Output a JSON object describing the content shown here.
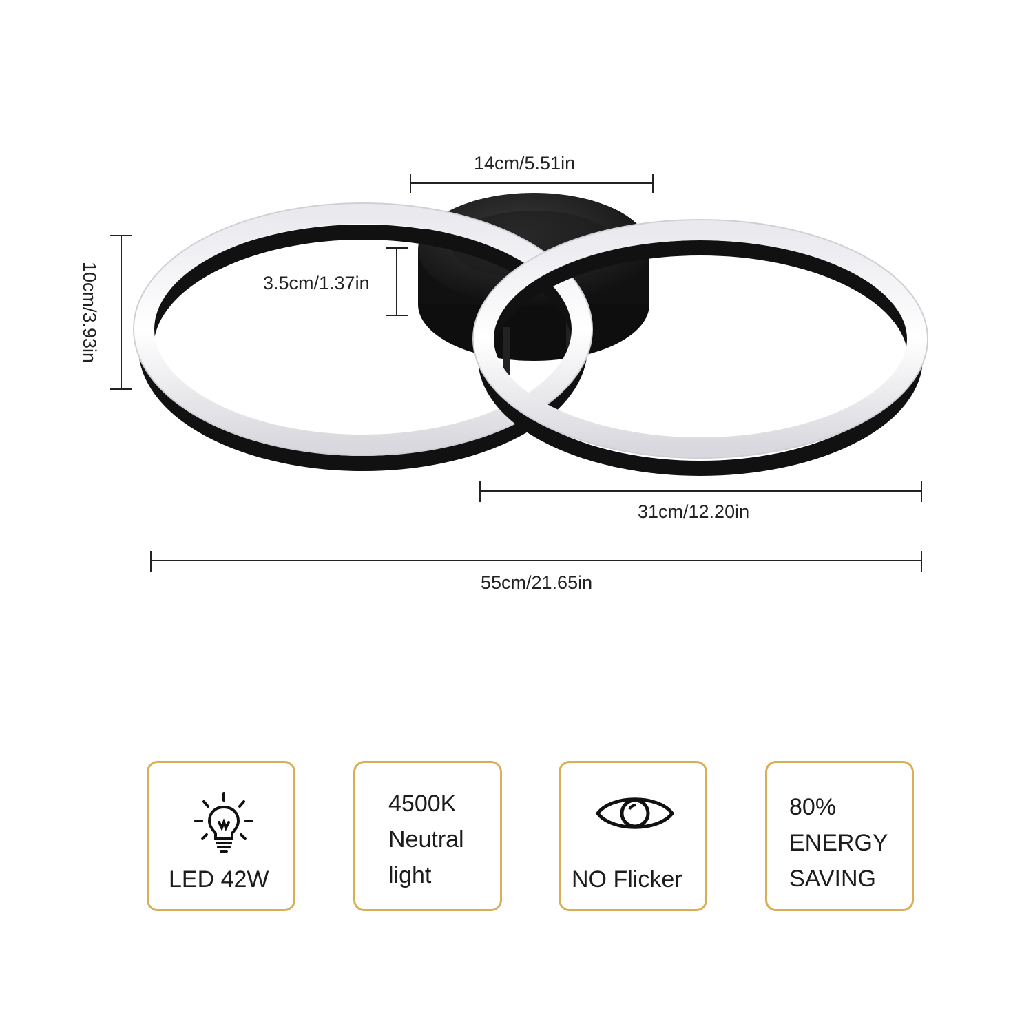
{
  "dimensions": {
    "base_width": "14cm/5.51in",
    "height_total": "10cm/3.93in",
    "base_height": "3.5cm/1.37in",
    "small_ring": "31cm/12.20in",
    "total_width": "55cm/21.65in"
  },
  "features": [
    {
      "icon": "lightbulb-icon",
      "lines": [
        "LED 42W"
      ]
    },
    {
      "icon": "",
      "lines": [
        "4500K",
        "Neutral",
        "light"
      ]
    },
    {
      "icon": "eye-icon",
      "lines": [
        "NO Flicker"
      ]
    },
    {
      "icon": "",
      "lines": [
        "80%",
        "ENERGY",
        "SAVING"
      ]
    }
  ],
  "colors": {
    "card_border": "#d9ae57",
    "ring_dark": "#141414",
    "ring_light": "#f2f2f6"
  }
}
